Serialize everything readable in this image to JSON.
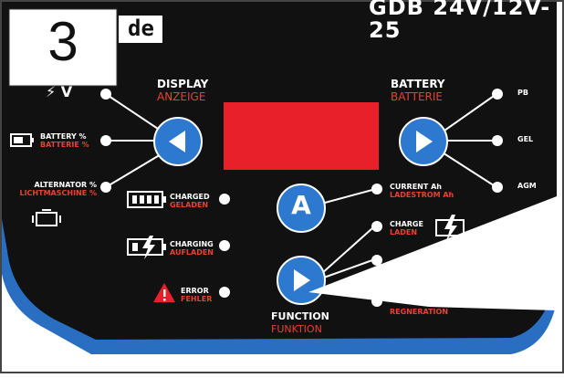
{
  "step_number": "3",
  "brand_fragment": "de",
  "model_text": "GDB 24V/12V-25",
  "display": {
    "title": "DISPLAY",
    "subtitle": "ANZEIGE"
  },
  "battery": {
    "title": "BATTERY",
    "subtitle": "BATTERIE"
  },
  "function": {
    "title": "FUNCTION",
    "subtitle": "FUNKTION"
  },
  "a_button_label": "A",
  "left_modes": [
    {
      "symbol": "⚡ V"
    },
    {
      "title": "BATTERY %",
      "subtitle": "BATTERIE %"
    },
    {
      "title": "ALTERNATOR %",
      "subtitle": "LICHTMASCHINE %"
    }
  ],
  "status": [
    {
      "title": "CHARGED",
      "subtitle": "GELADEN"
    },
    {
      "title": "CHARGING",
      "subtitle": "AUFLADEN"
    },
    {
      "title": "ERROR",
      "subtitle": "FEHLER"
    }
  ],
  "battery_types": [
    "PB",
    "GEL",
    "AGM"
  ],
  "current": {
    "title": "CURRENT Ah",
    "subtitle": "LADESTROM Ah"
  },
  "charge": {
    "title": "CHARGE",
    "subtitle": "LADEN"
  },
  "regeneration": {
    "subtitle": "REGNERATION"
  },
  "colors": {
    "panel": "#111111",
    "border_blue": "#2a6ec2",
    "button_blue": "#2d79cf",
    "display_red": "#e8202a",
    "accent_red": "#e8412f"
  }
}
